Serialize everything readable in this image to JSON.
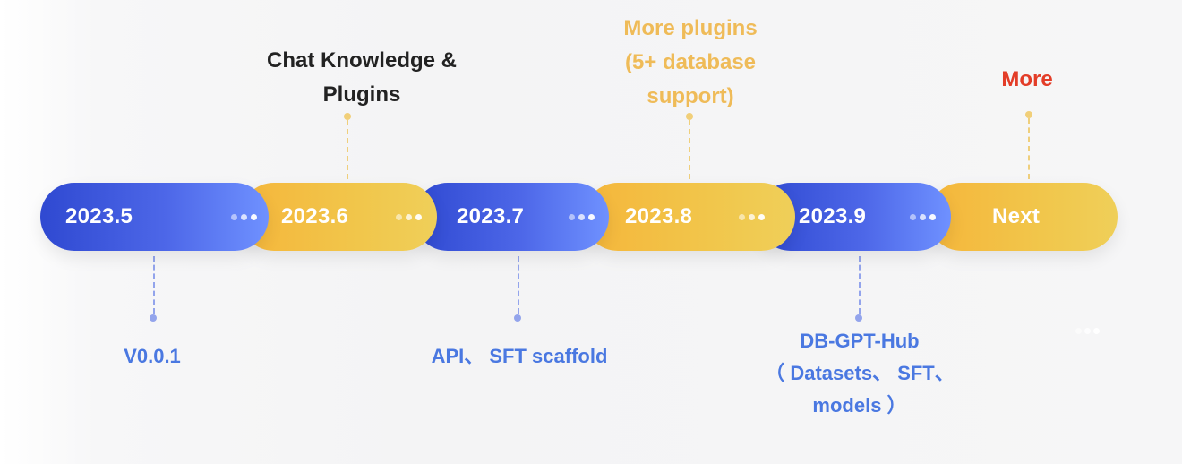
{
  "timeline": {
    "segments": [
      {
        "label": "2023.5",
        "style": "blue"
      },
      {
        "label": "2023.6",
        "style": "yellow"
      },
      {
        "label": "2023.7",
        "style": "blue"
      },
      {
        "label": "2023.8",
        "style": "yellow"
      },
      {
        "label": "2023.9",
        "style": "blue"
      },
      {
        "label": "Next",
        "style": "yellow"
      }
    ],
    "top_notes": [
      {
        "text": "Chat Knowledge & Plugins",
        "lines": [
          "Chat Knowledge &",
          "Plugins"
        ],
        "color": "#222222"
      },
      {
        "text": "More plugins (5+ database support)",
        "lines": [
          "More plugins",
          "(5+ database",
          "support)"
        ],
        "color": "#efbb58"
      },
      {
        "text": "More",
        "lines": [
          "More"
        ],
        "color": "#e33d28"
      }
    ],
    "bottom_notes": [
      {
        "text": "V0.0.1",
        "lines": [
          "V0.0.1"
        ],
        "color": "#4a78e1"
      },
      {
        "text": "API、 SFT scaffold",
        "lines": [
          "API、 SFT scaffold"
        ],
        "color": "#4a78e1"
      },
      {
        "text": "DB-GPT-Hub （ Datasets、 SFT、 models ）",
        "lines": [
          "DB-GPT-Hub",
          "（ Datasets、 SFT、",
          "models ）"
        ],
        "color": "#4a78e1"
      }
    ],
    "icons": {
      "pill_dots": "more-dots-icon",
      "decorative_dots": "decorative-dots-icon"
    },
    "colors": {
      "blue_start": "#2f49d1",
      "blue_end": "#6f91ff",
      "yellow_start": "#f5b63b",
      "yellow_end": "#efcf59"
    }
  }
}
